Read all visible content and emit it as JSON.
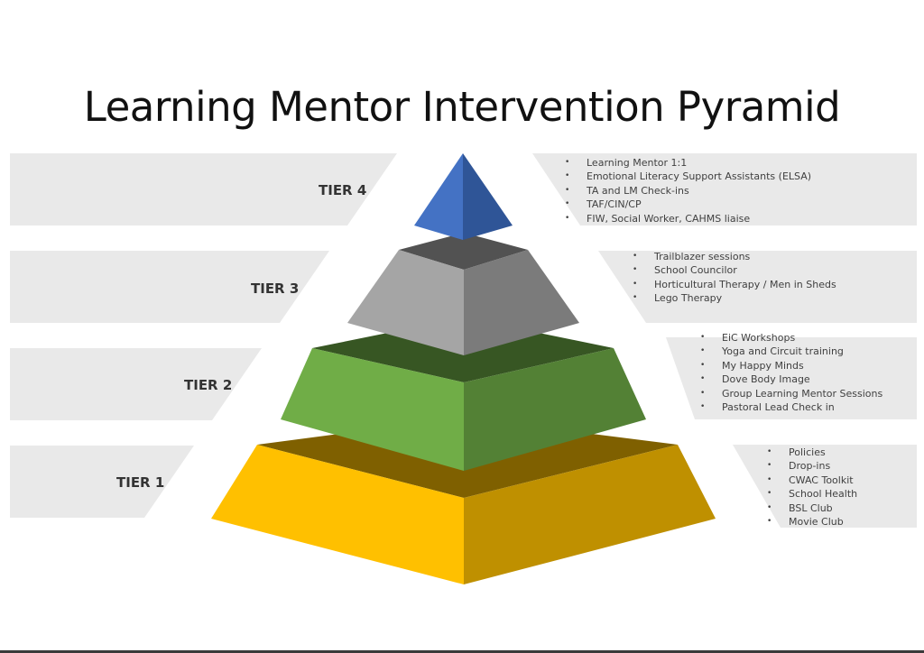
{
  "title": "Learning Mentor Intervention Pyramid",
  "colors": {
    "panel": "#e9e9e9",
    "tier4": {
      "left": "#4472c4",
      "right": "#2f5597"
    },
    "tier3": {
      "left": "#a5a5a5",
      "right": "#7b7b7b",
      "top": "#525252"
    },
    "tier2": {
      "left": "#70ad47",
      "right": "#538135",
      "top": "#375623"
    },
    "tier1": {
      "left": "#ffc000",
      "right": "#bf9000",
      "top": "#7f6000"
    }
  },
  "tiers": [
    {
      "label": "TIER 4",
      "items": [
        "Learning Mentor 1:1",
        "Emotional  Literacy Support  Assistants (ELSA)",
        "TA and LM Check-ins",
        "TAF/CIN/CP",
        "FIW, Social Worker,  CAHMS liaise"
      ]
    },
    {
      "label": "TIER 3",
      "items": [
        "Trailblazer sessions",
        "School  Councilor",
        "Horticultural  Therapy / Men in Sheds",
        "Lego Therapy"
      ]
    },
    {
      "label": "TIER 2",
      "items": [
        "EiC Workshops",
        "Yoga and Circuit training",
        "My Happy Minds",
        "Dove Body Image",
        "Group Learning Mentor  Sessions",
        "Pastoral Lead Check in"
      ]
    },
    {
      "label": "TIER 1",
      "items": [
        "Policies",
        "Drop-ins",
        "CWAC Toolkit",
        "School  Health",
        "BSL Club",
        "Movie Club"
      ]
    }
  ]
}
